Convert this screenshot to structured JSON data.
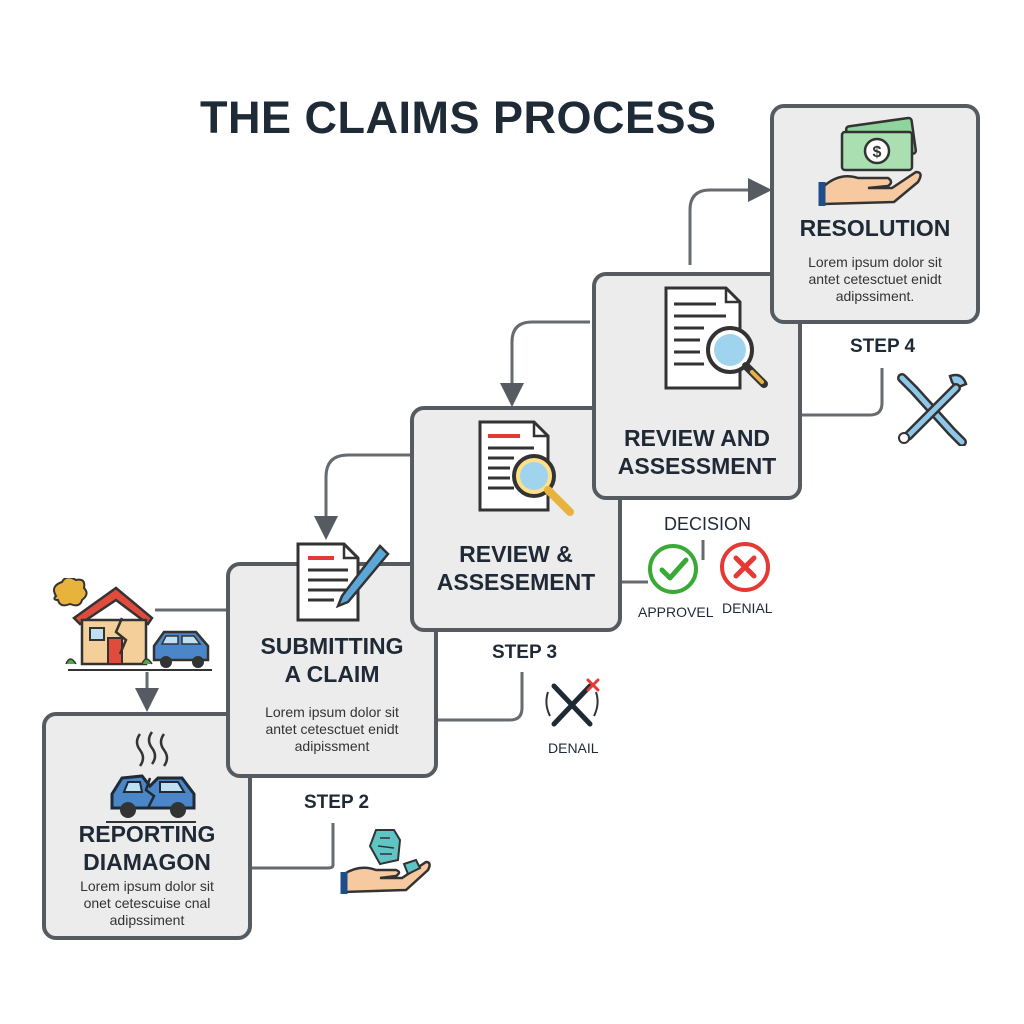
{
  "title": "THE CLAIMS PROCESS",
  "steps": [
    {
      "title": "REPORTING\nDIAMAGON",
      "desc": "Lorem ipsum dolor sit\nonet cetescuise cnal\nadipssiment",
      "icon": "car-crash-icon"
    },
    {
      "title": "SUBMITTING\nA CLAIM",
      "desc": "Lorem ipsum dolor sit\nantet cetesctuet enidt\nadipissment",
      "step": "STEP 2",
      "icon": "document-pen-icon"
    },
    {
      "title": "REVIEW &\nASSESEMENT",
      "step": "STEP 3",
      "icon": "document-magnifier-icon"
    },
    {
      "title": "REVIEW AND\nASSESSMENT",
      "step": "STEP 4",
      "icon": "document-magnifier-icon"
    },
    {
      "title": "RESOLUTION",
      "desc": "Lorem ipsum dolor sit\nantet cetesctuet enidt\nadipssiment.",
      "icon": "money-hand-icon"
    }
  ],
  "decision": {
    "label": "DECISION",
    "approval": "APPROVEL",
    "denial": "DENIAL"
  },
  "denial_label": "DENAIL",
  "colors": {
    "card_bg": "#ececec",
    "card_border": "#555b61",
    "approve": "#3aa935",
    "deny": "#e53935",
    "accent_blue": "#7cc3e4"
  }
}
